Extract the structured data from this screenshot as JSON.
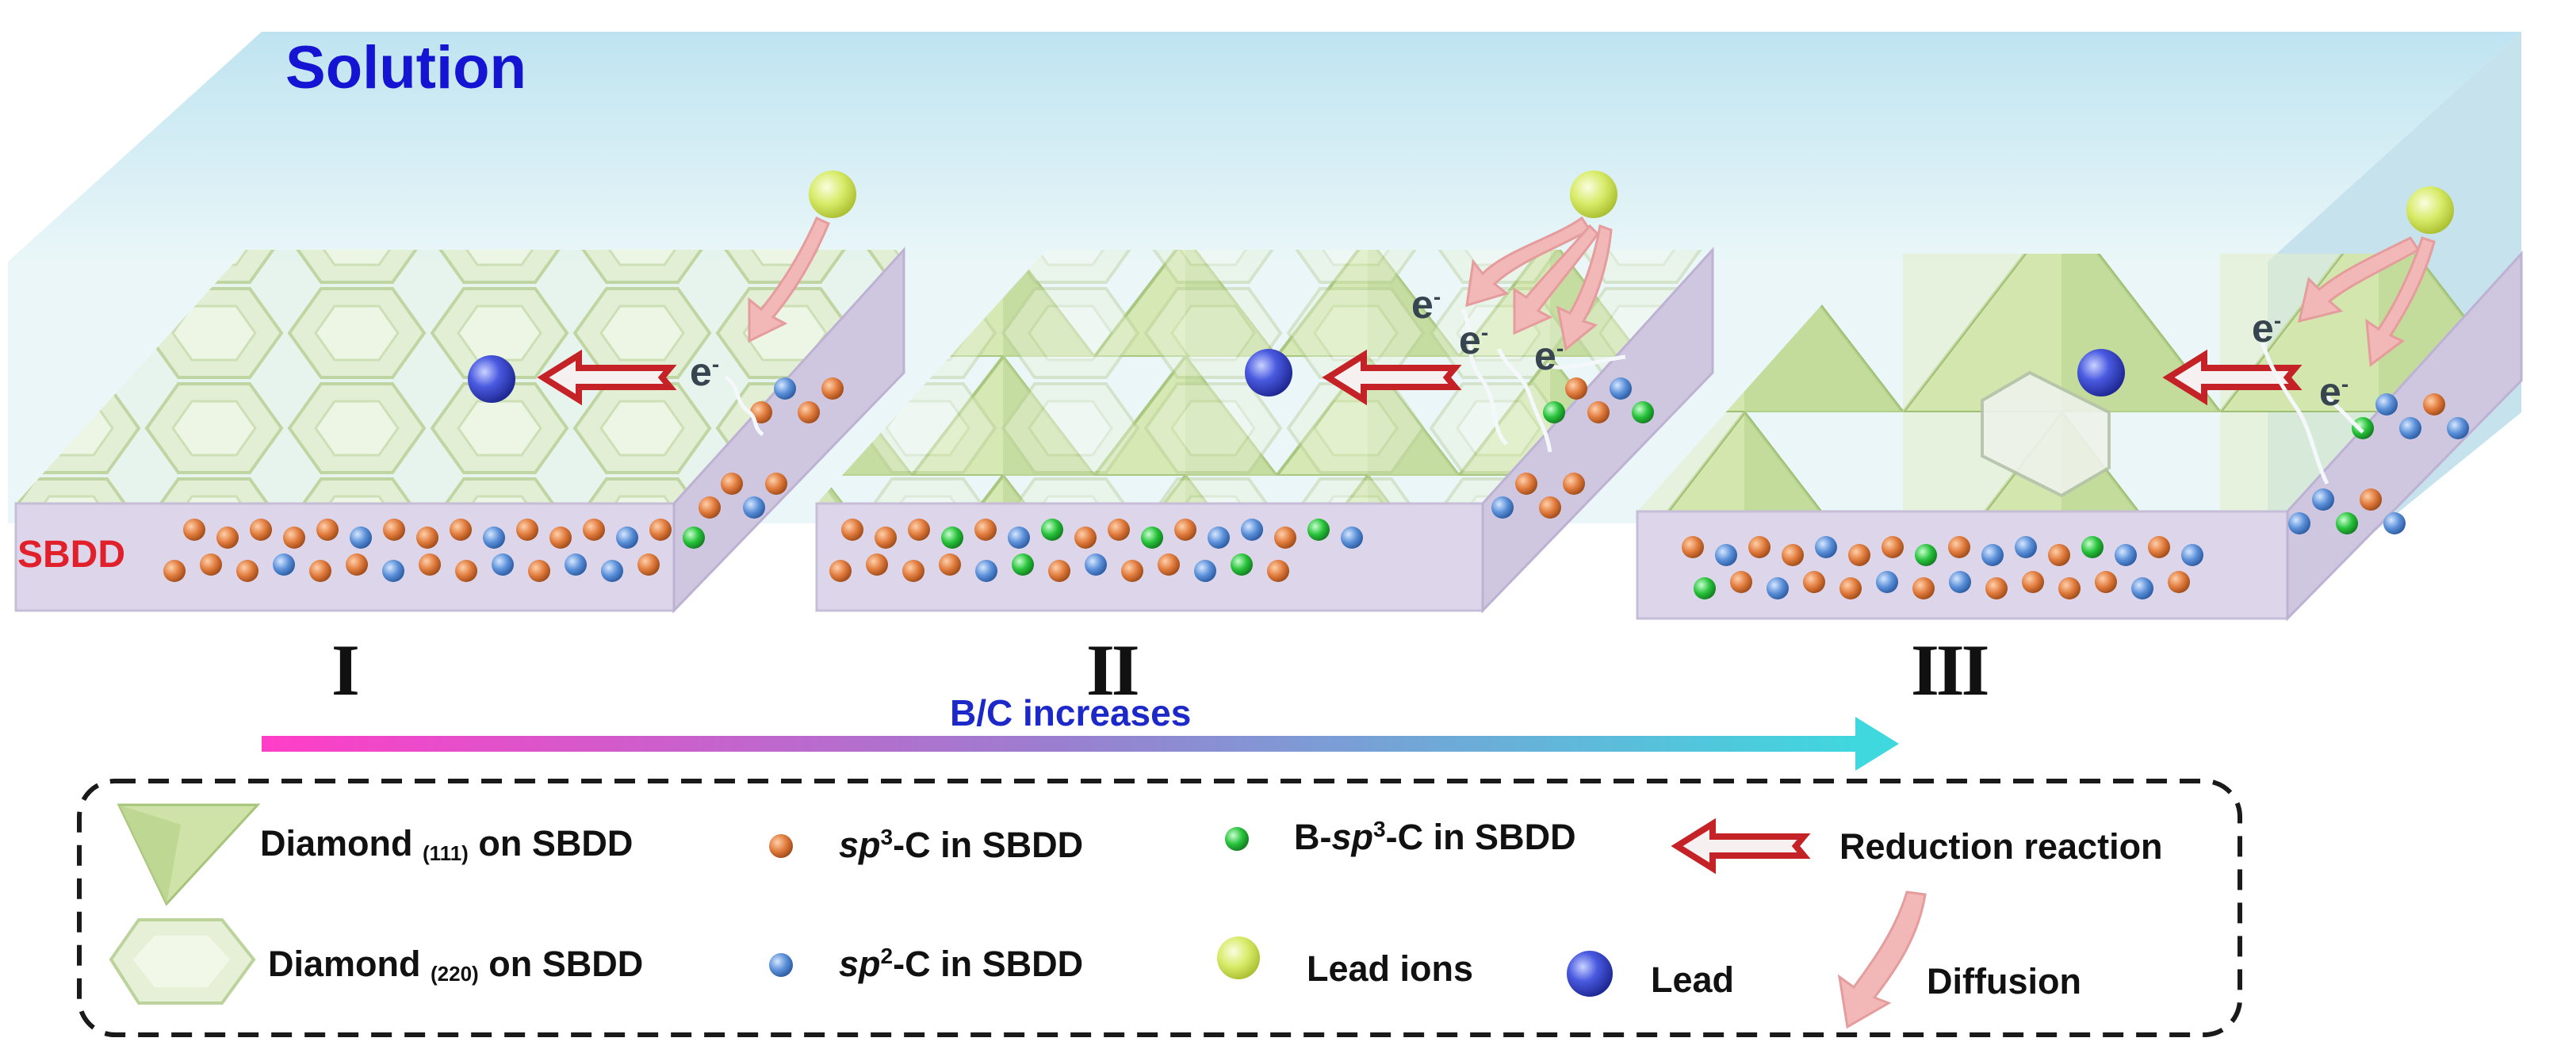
{
  "solution_label": "Solution",
  "substrate_label": "SBDD",
  "electron_label": "e",
  "electron_sup": "-",
  "stages": [
    {
      "id": "stage-1",
      "label": "I"
    },
    {
      "id": "stage-2",
      "label": "II"
    },
    {
      "id": "stage-3",
      "label": "III"
    }
  ],
  "trend_label": "B/C increases",
  "legend": {
    "diamond111": {
      "pre": "Diamond ",
      "sub": "(111)",
      "post": " on SBDD"
    },
    "diamond220": {
      "pre": "Diamond ",
      "sub": "(220)",
      "post": " on SBDD"
    },
    "sp3": {
      "pre": "",
      "em": "sp",
      "sup": "3",
      "post": "-C in SBDD"
    },
    "sp2": {
      "pre": "",
      "em": "sp",
      "sup": "2",
      "post": "-C in SBDD"
    },
    "bsp3": {
      "pre": "B-",
      "em": "sp",
      "sup": "3",
      "post": "-C in SBDD"
    },
    "lead_ions": "Lead ions",
    "reduction": "Reduction reaction",
    "lead": "Lead",
    "diffusion": "Diffusion"
  },
  "colors": {
    "solution_text": "#1414d2",
    "substrate_text": "#e0202a",
    "trend_text": "#1c28c8",
    "sp3_particle": "#e07a3c",
    "sp2_particle": "#5a8fd8",
    "bsp3_particle": "#27c23a",
    "lead_ion": "#d8ec6a",
    "lead": "#3d4fd6",
    "reduction_arrow": "#c42226",
    "diffusion_arrow": "#f2b7b7",
    "diamond_facet": "#cfe3a8",
    "solution_fill": "#c4e6f0",
    "substrate_fill": "#ddd6ea"
  }
}
